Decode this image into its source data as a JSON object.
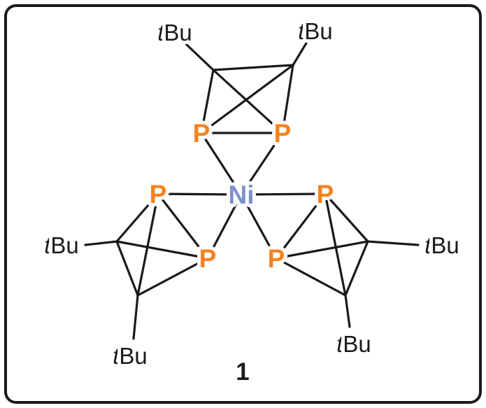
{
  "figure": {
    "compound_number": "1"
  },
  "atoms": {
    "ni": "Ni",
    "p": "P"
  },
  "substituent": {
    "t": "t",
    "bu": "Bu"
  },
  "colors": {
    "phosphorus": "#F5821F",
    "nickel": "#7D92C8",
    "ink": "#1A1A1A"
  }
}
